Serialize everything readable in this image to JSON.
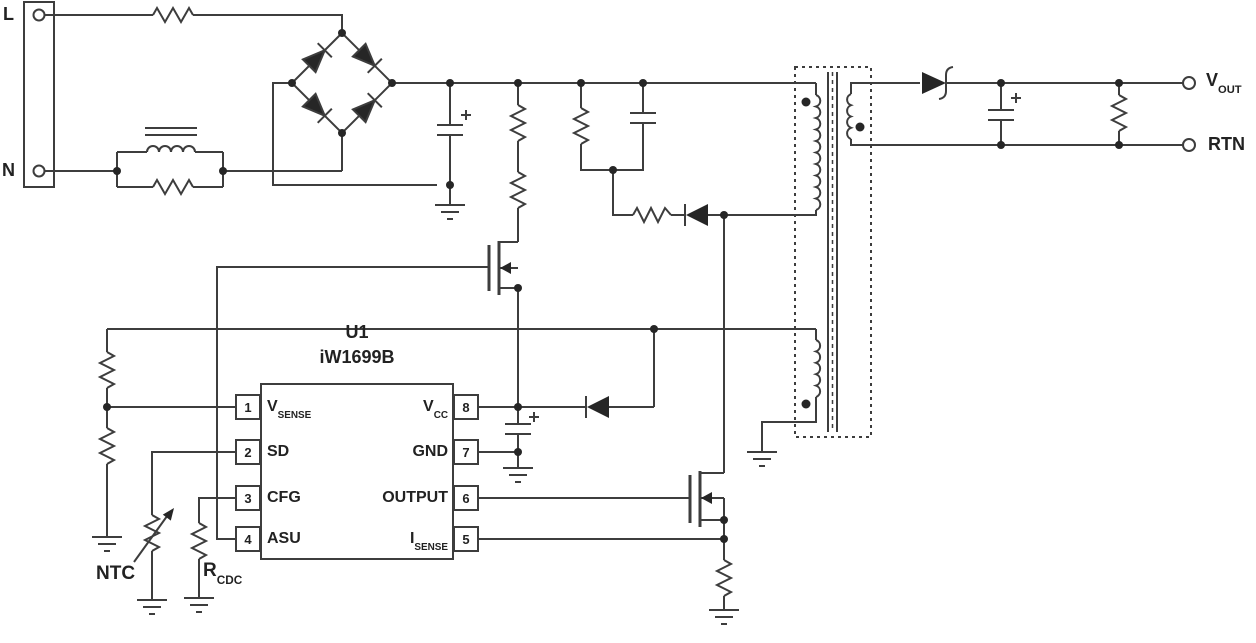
{
  "labels": {
    "line": "L",
    "neutral": "N",
    "vout_base": "V",
    "vout_sub": "OUT",
    "rtn": "RTN",
    "ic_ref": "U1",
    "ic_part": "iW1699B",
    "ntc": "NTC",
    "rcdc_base": "R",
    "rcdc_sub": "CDC"
  },
  "ic": {
    "left_pins": [
      {
        "number": "1",
        "base": "V",
        "sub": "SENSE"
      },
      {
        "number": "2",
        "base": "SD",
        "sub": ""
      },
      {
        "number": "3",
        "base": "CFG",
        "sub": ""
      },
      {
        "number": "4",
        "base": "ASU",
        "sub": ""
      }
    ],
    "right_pins": [
      {
        "number": "8",
        "base": "V",
        "sub": "CC"
      },
      {
        "number": "7",
        "base": "GND",
        "sub": ""
      },
      {
        "number": "6",
        "base": "OUTPUT",
        "sub": ""
      },
      {
        "number": "5",
        "base": "I",
        "sub": "SENSE"
      }
    ]
  },
  "colors": {
    "wire": "#3d3d3d",
    "fill": "#262626",
    "background": "#ffffff"
  }
}
